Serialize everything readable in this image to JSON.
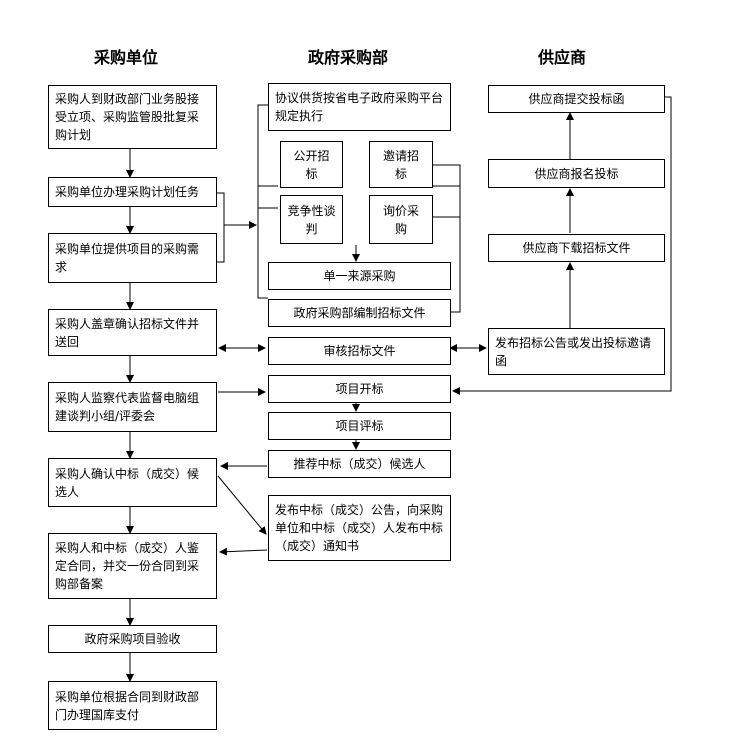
{
  "headers": {
    "buyer": "采购单位",
    "gov": "政府采购部",
    "supplier": "供应商"
  },
  "buyer": {
    "b1": "采购人到财政部门业务股接受立项、采购监管股批复采购计划",
    "b2": "采购单位办理采购计划任务",
    "b3": "采购单位提供项目的采购需求",
    "b4": "采购人盖章确认招标文件并送回",
    "b5": "采购人监察代表监督电脑组建谈判小组/评委会",
    "b6": "采购人确认中标（成交）候选人",
    "b7": "采购人和中标（成交）人鉴定合同，并交一份合同到采购部备案",
    "b8": "政府采购项目验收",
    "b9": "采购单位根据合同到财政部门办理国库支付"
  },
  "gov": {
    "g1": "协议供货按省电子政府采购平台规定执行",
    "m1": "公开招标",
    "m2": "邀请招标",
    "m3": "竞争性谈判",
    "m4": "询价采购",
    "g2": "单一来源采购",
    "g3": "政府采购部编制招标文件",
    "g4": "审核招标文件",
    "g5": "项目开标",
    "g6": "项目评标",
    "g7": "推荐中标（成交）候选人",
    "g8": "发布中标（成交）公告，向采购单位和中标（成交）人发布中标（成交）通知书"
  },
  "supplier": {
    "s1": "供应商提交投标函",
    "s2": "供应商报名投标",
    "s3": "供应商下载招标文件",
    "s4": "发布招标公告或发出投标邀请函"
  }
}
